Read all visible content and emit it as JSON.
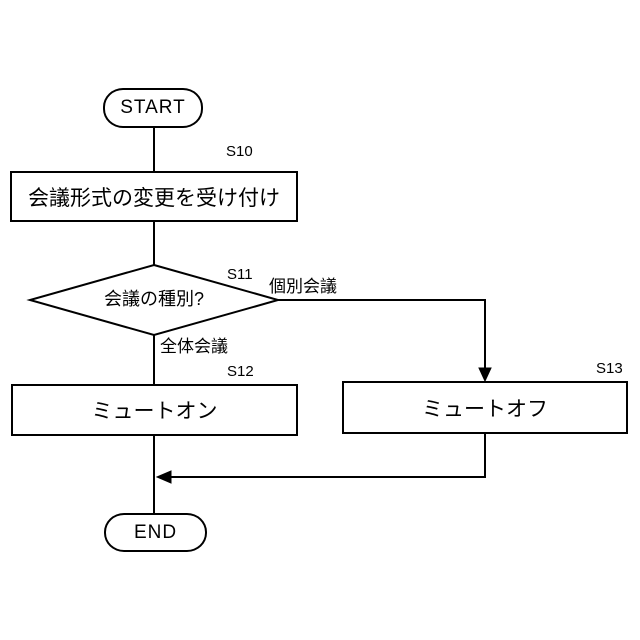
{
  "diagram": {
    "background": "#ffffff",
    "line_color": "#000000",
    "nodes": {
      "start": {
        "label": "START"
      },
      "s10": {
        "step": "S10",
        "label": "会議形式の変更を受け付け"
      },
      "s11": {
        "step": "S11",
        "label": "会議の種別?"
      },
      "s12": {
        "step": "S12",
        "label": "ミュートオン"
      },
      "s13": {
        "step": "S13",
        "label": "ミュートオフ"
      },
      "end": {
        "label": "END"
      }
    },
    "branches": {
      "individual": "個別会議",
      "all": "全体会議"
    }
  }
}
